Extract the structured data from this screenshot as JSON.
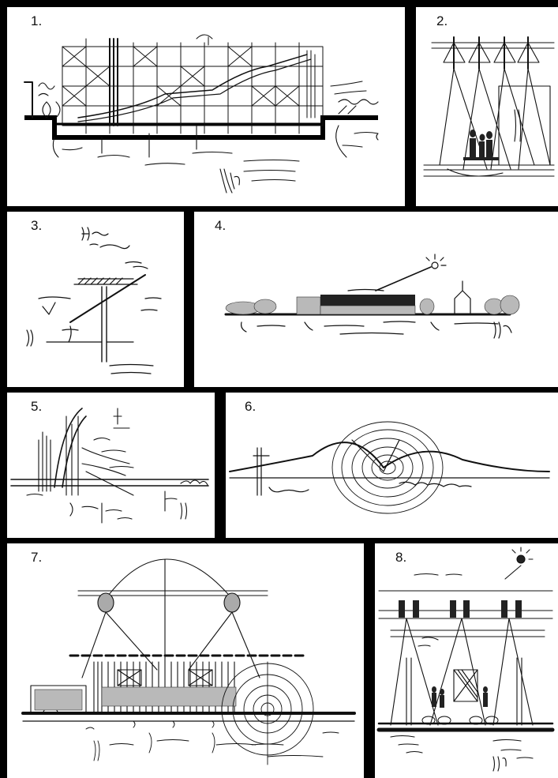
{
  "panels": [
    {
      "label": "1."
    },
    {
      "label": "2."
    },
    {
      "label": "3."
    },
    {
      "label": "4."
    },
    {
      "label": "5."
    },
    {
      "label": "6."
    },
    {
      "label": "7."
    },
    {
      "label": "8."
    }
  ]
}
